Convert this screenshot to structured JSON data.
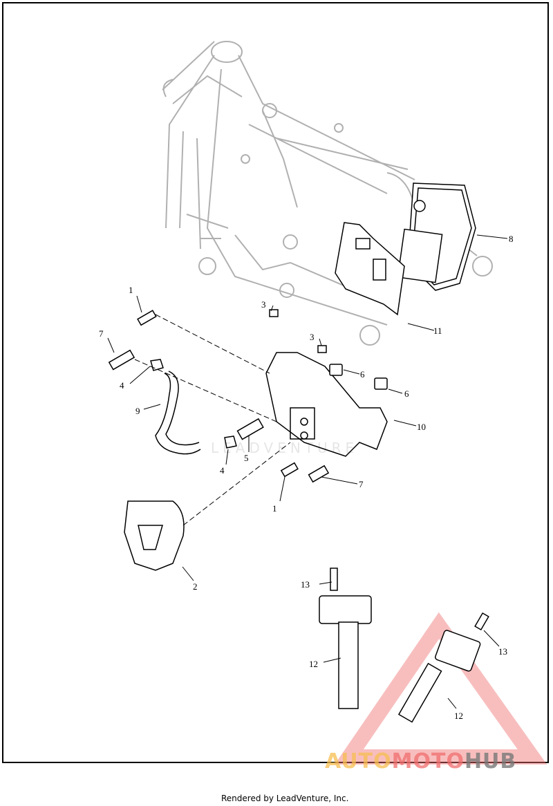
{
  "callouts": [
    {
      "label": "1"
    },
    {
      "label": "3"
    },
    {
      "label": "3"
    },
    {
      "label": "11"
    },
    {
      "label": "8"
    },
    {
      "label": "7"
    },
    {
      "label": "4"
    },
    {
      "label": "6"
    },
    {
      "label": "6"
    },
    {
      "label": "9"
    },
    {
      "label": "10"
    },
    {
      "label": "5"
    },
    {
      "label": "4"
    },
    {
      "label": "7"
    },
    {
      "label": "1"
    },
    {
      "label": "2"
    },
    {
      "label": "13"
    },
    {
      "label": "13"
    },
    {
      "label": "12"
    },
    {
      "label": "12"
    }
  ],
  "watermark": {
    "part1": "AUTO",
    "part2": "MOTO",
    "part3": "HUB",
    "center_text": "LEADVENTURE"
  },
  "footer": "Rendered by LeadVenture, Inc.",
  "colors": {
    "frame_gray": "#b0b0b0",
    "line": "#000000",
    "wm_red": "#f06e6e",
    "wm_orange": "#f7be50"
  }
}
